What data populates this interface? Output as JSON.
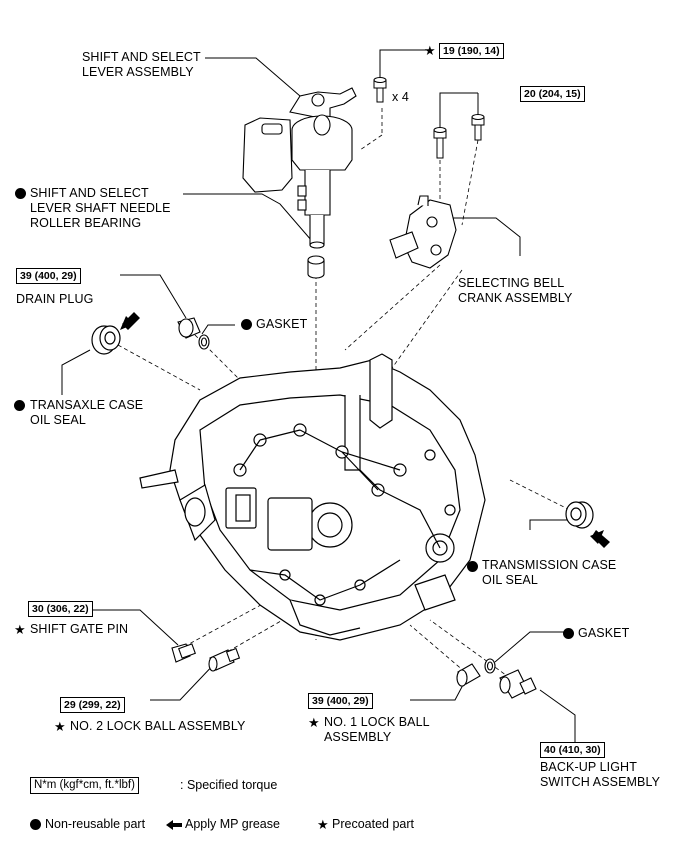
{
  "labels": {
    "shift_select_lever": [
      "SHIFT AND SELECT",
      "LEVER ASSEMBLY"
    ],
    "needle_bearing": [
      "SHIFT AND SELECT",
      "LEVER SHAFT NEEDLE",
      "ROLLER BEARING"
    ],
    "drain_plug": "DRAIN PLUG",
    "gasket_top": "GASKET",
    "transaxle_oil_seal": [
      "TRANSAXLE CASE",
      "OIL SEAL"
    ],
    "selecting_bell_crank": [
      "SELECTING BELL",
      "CRANK ASSEMBLY"
    ],
    "transmission_oil_seal": [
      "TRANSMISSION CASE",
      "OIL SEAL"
    ],
    "shift_gate_pin": "SHIFT GATE PIN",
    "gasket_bottom": "GASKET",
    "no2_lock_ball": "NO. 2 LOCK BALL ASSEMBLY",
    "no1_lock_ball": [
      "NO. 1 LOCK BALL",
      "ASSEMBLY"
    ],
    "backup_light_switch": [
      "BACK-UP LIGHT",
      "SWITCH ASSEMBLY"
    ],
    "times_four": "x 4"
  },
  "torques": {
    "t19": "19 (190, 14)",
    "t20": "20 (204, 15)",
    "t39a": "39 (400, 29)",
    "t30": "30 (306, 22)",
    "t29": "29 (299, 22)",
    "t39b": "39 (400, 29)",
    "t40": "40 (410, 30)"
  },
  "legend": {
    "unit_box": "N*m (kgf*cm, ft.*lbf)",
    "unit_text": ": Specified torque",
    "non_reusable": "Non-reusable part",
    "mp_grease": "Apply MP grease",
    "precoated": "Precoated part"
  }
}
